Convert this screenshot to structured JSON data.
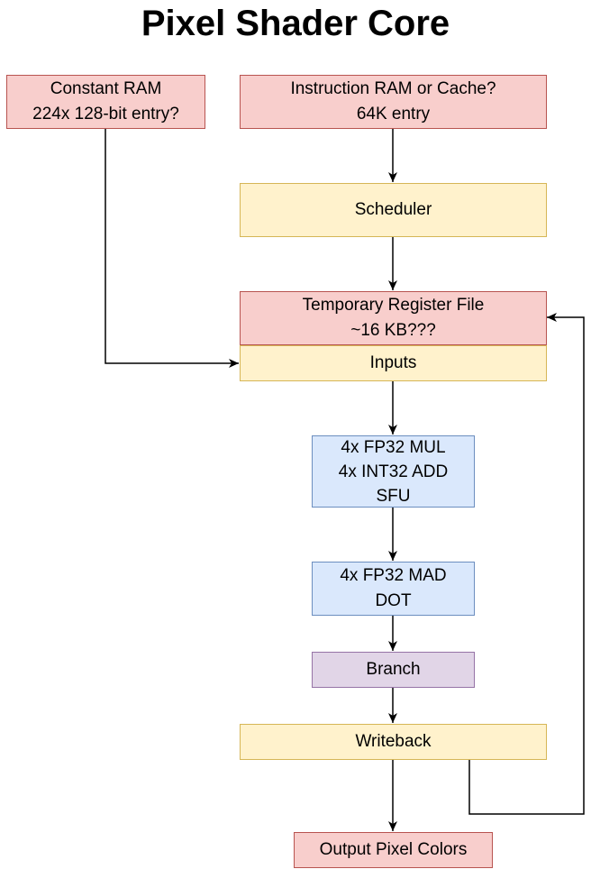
{
  "title": "Pixel Shader Core",
  "nodes": {
    "constant_ram": {
      "lines": [
        "Constant RAM",
        "224x 128-bit entry?"
      ]
    },
    "instruction_ram": {
      "lines": [
        "Instruction RAM or Cache?",
        "64K entry"
      ]
    },
    "scheduler": {
      "lines": [
        "Scheduler"
      ]
    },
    "temp_register_file": {
      "lines": [
        "Temporary Register File",
        "~16 KB???"
      ]
    },
    "inputs": {
      "lines": [
        "Inputs"
      ]
    },
    "alu1": {
      "lines": [
        "4x FP32 MUL",
        "4x INT32 ADD",
        "SFU"
      ]
    },
    "alu2": {
      "lines": [
        "4x FP32 MAD",
        "DOT"
      ]
    },
    "branch": {
      "lines": [
        "Branch"
      ]
    },
    "writeback": {
      "lines": [
        "Writeback"
      ]
    },
    "output": {
      "lines": [
        "Output Pixel Colors"
      ]
    }
  },
  "colors": {
    "red_fill": "#f8cecc",
    "red_stroke": "#b85450",
    "yellow_fill": "#fff2cc",
    "yellow_stroke": "#d6b656",
    "blue_fill": "#dae8fc",
    "blue_stroke": "#6c8ebf",
    "purple_fill": "#e1d5e7",
    "purple_stroke": "#9673a6"
  },
  "edges": [
    {
      "from": "instruction_ram",
      "to": "scheduler"
    },
    {
      "from": "scheduler",
      "to": "temp_register_file"
    },
    {
      "from": "constant_ram",
      "to": "inputs"
    },
    {
      "from": "inputs",
      "to": "alu1"
    },
    {
      "from": "alu1",
      "to": "alu2"
    },
    {
      "from": "alu2",
      "to": "branch"
    },
    {
      "from": "branch",
      "to": "writeback"
    },
    {
      "from": "writeback",
      "to": "output"
    },
    {
      "from": "writeback",
      "to": "temp_register_file"
    }
  ]
}
